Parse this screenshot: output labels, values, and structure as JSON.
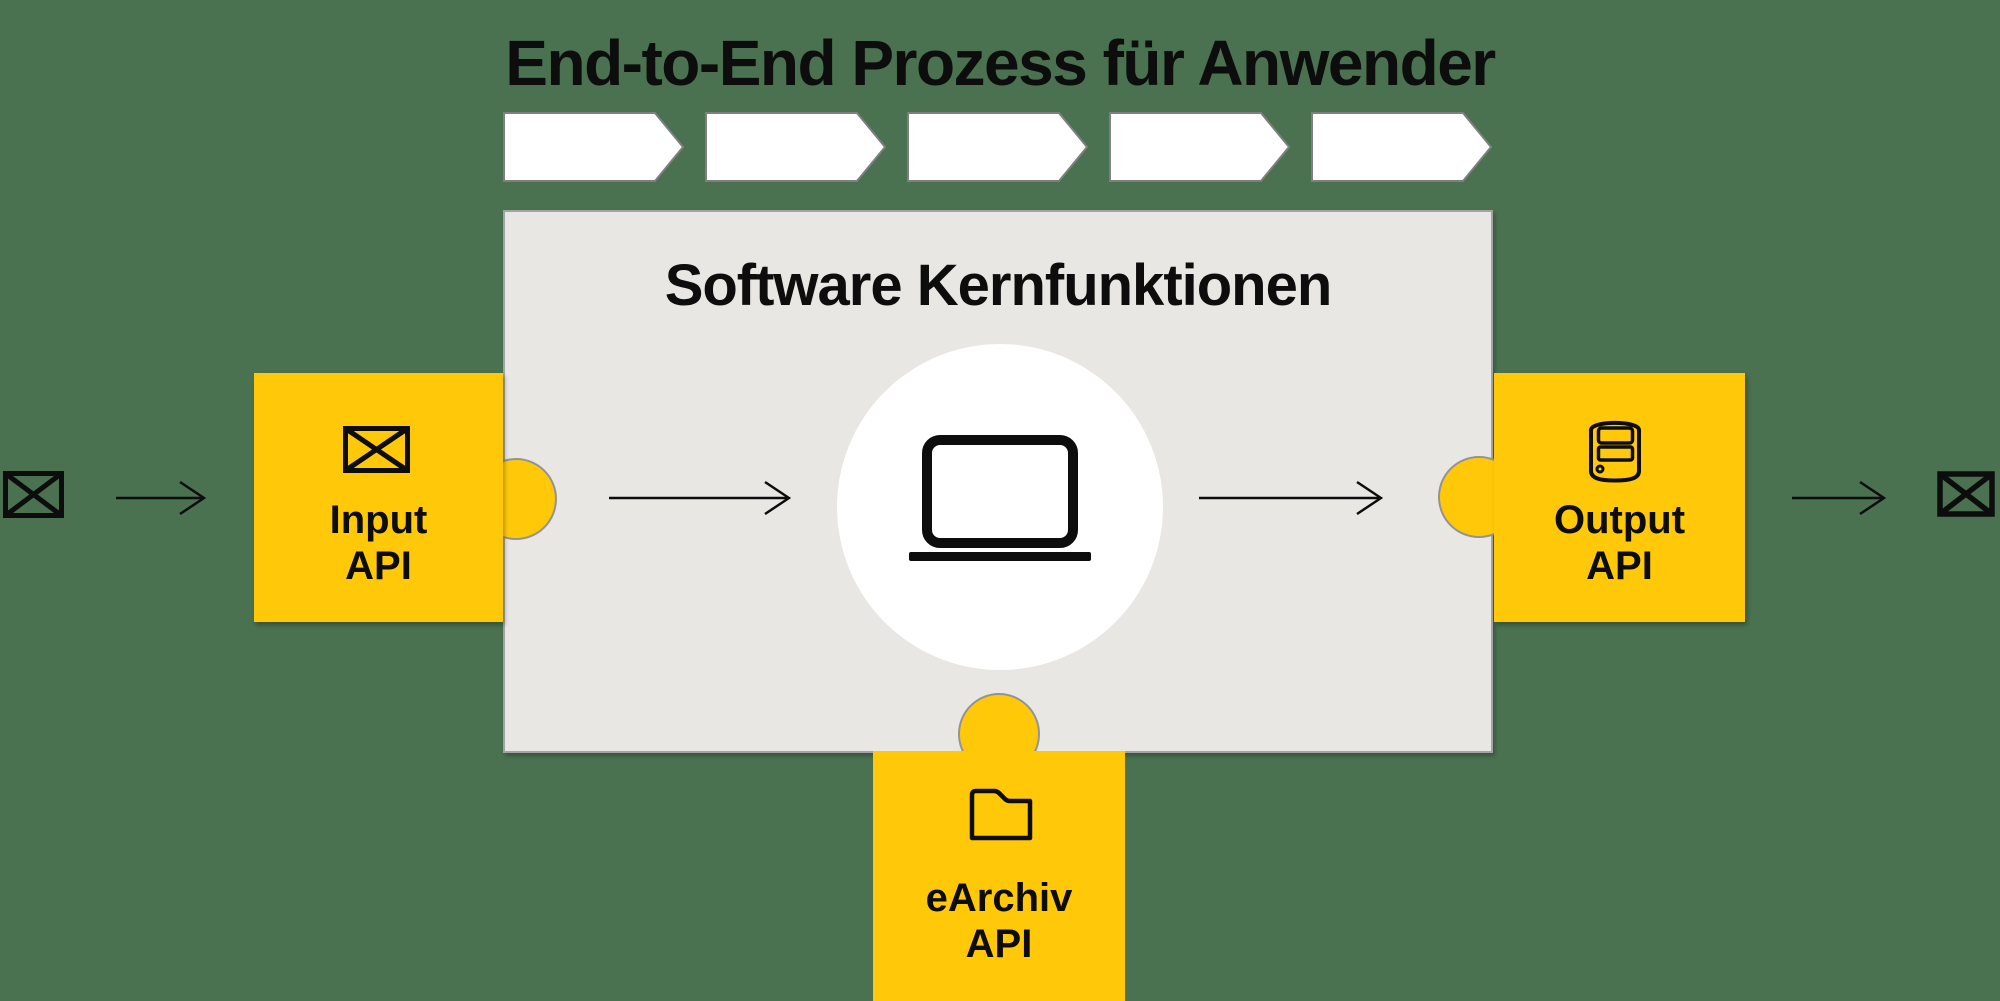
{
  "colors": {
    "background": "#4A7150",
    "accent_yellow": "#FFC90A",
    "panel_gray": "#E9E7E4",
    "panel_border": "#A3A3A3",
    "chevron_outline": "#7F7F7F",
    "knob_outline": "#939393",
    "ink": "#0D0D0D",
    "white": "#FFFFFF"
  },
  "header": {
    "title": "End-to-End Prozess für Anwender"
  },
  "process_row": {
    "steps": 5,
    "step_icon": "chevron-arrow-icon"
  },
  "core_panel": {
    "title": "Software Kernfunktionen",
    "center_icon": "laptop-icon"
  },
  "api_blocks": {
    "input": {
      "line1": "Input",
      "line2": "API",
      "icon": "envelope-icon"
    },
    "output": {
      "line1": "Output",
      "line2": "API",
      "icon": "server-icon"
    },
    "earchiv": {
      "line1": "eArchiv",
      "line2": "API",
      "icon": "folder-icon"
    }
  },
  "endpoints": {
    "left_icon": "envelope-icon",
    "right_icon": "envelope-icon"
  },
  "flow_arrows": {
    "count": 4,
    "icon": "arrow-right-icon"
  }
}
